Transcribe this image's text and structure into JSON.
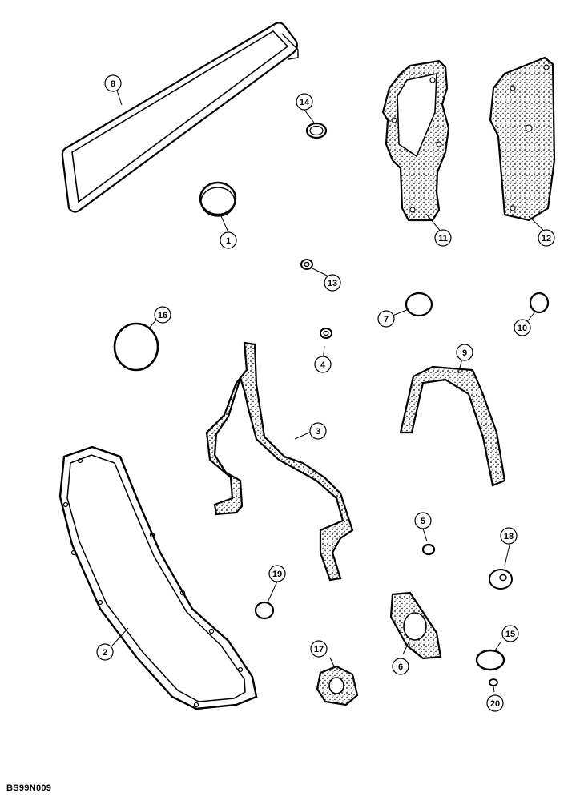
{
  "diagram": {
    "ink_color": "#000000",
    "fill_color": "#ffffff",
    "stipple_color": "#000000",
    "callouts": [
      "1",
      "2",
      "3",
      "4",
      "5",
      "6",
      "7",
      "8",
      "9",
      "10",
      "11",
      "12",
      "13",
      "14",
      "15",
      "16",
      "17",
      "18",
      "19",
      "20"
    ],
    "code": "BS99N009"
  }
}
